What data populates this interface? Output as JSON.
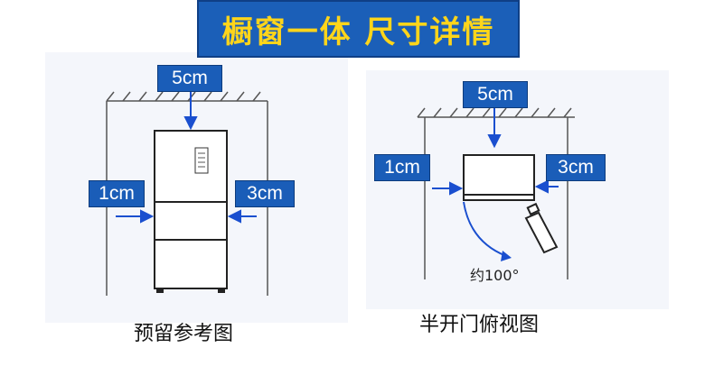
{
  "title": "橱窗一体 尺寸详情",
  "left_view": {
    "top_gap": "5cm",
    "left_gap": "1cm",
    "right_gap": "3cm",
    "caption": "预留参考图"
  },
  "right_view": {
    "top_gap": "5cm",
    "left_gap": "1cm",
    "right_gap": "3cm",
    "door_angle": "约100°",
    "caption": "半开门俯视图"
  },
  "colors": {
    "title_bg": "#1b5fb8",
    "title_text": "#ffd51a",
    "label_bg": "#1a5db8",
    "arrow": "#1a4fcf",
    "line": "#555555"
  }
}
